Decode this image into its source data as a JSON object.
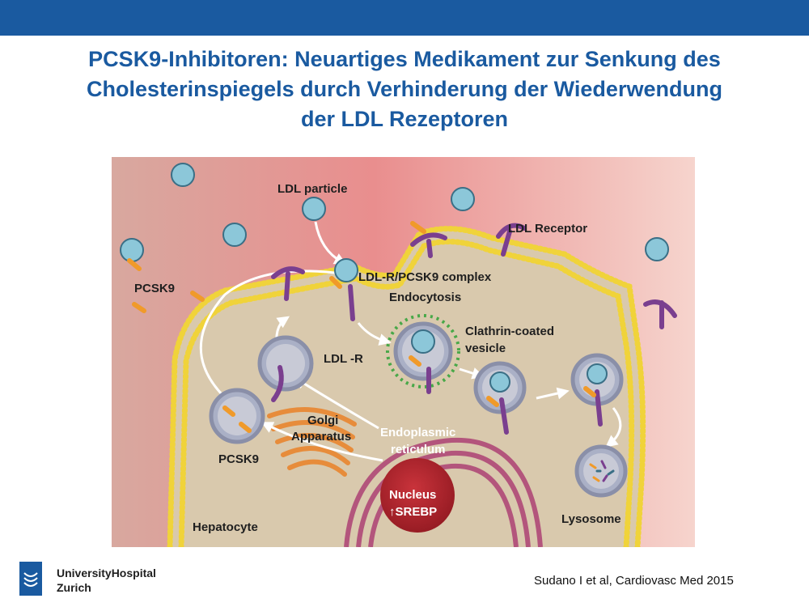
{
  "slide": {
    "title_lines": [
      "PCSK9-Inhibitoren: Neuartiges Medikament zur Senkung des",
      "Cholesterinspiegels durch Verhinderung der Wiederwendung",
      "der LDL Rezeptoren"
    ],
    "citation": "Sudano I et al, Cardiovasc Med 2015",
    "logo_lines": [
      "UniversityHospital",
      "Zurich"
    ]
  },
  "diagram": {
    "labels": {
      "ldl_particle": "LDL particle",
      "ldl_receptor": "LDL Receptor",
      "pcsk9_top": "PCSK9",
      "complex": "LDL-R/PCSK9 complex",
      "endocytosis": "Endocytosis",
      "clathrin_1": "Clathrin-coated",
      "clathrin_2": "vesicle",
      "ldl_r": "LDL -R",
      "golgi_1": "Golgi",
      "golgi_2": "Apparatus",
      "er_1": "Endoplasmic",
      "er_2": "reticulum",
      "pcsk9_bottom": "PCSK9",
      "nucleus": "Nucleus",
      "srebp": "↑SREBP",
      "lysosome": "Lysosome",
      "hepatocyte": "Hepatocyte"
    },
    "colors": {
      "membrane": "#f0d33a",
      "cytoplasm": "#d9c9ad",
      "receptor": "#7a3f8f",
      "pcsk9": "#f09a2a",
      "ldl_particle": "#8cc7d9",
      "nucleus": "#b5232c",
      "er": "#b3557c",
      "golgi": "#e78c3b",
      "clathrin": "#48a848",
      "vesicle_ring": "#9a9fb5"
    }
  }
}
